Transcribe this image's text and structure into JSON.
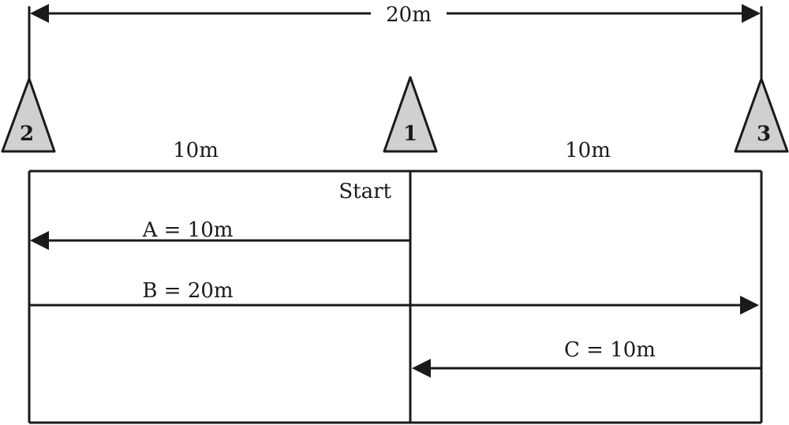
{
  "diagram": {
    "total_width_label": "20m",
    "left_segment_label": "10m",
    "right_segment_label": "10m",
    "start_label": "Start",
    "cones": [
      {
        "number": "2"
      },
      {
        "number": "1"
      },
      {
        "number": "3"
      }
    ],
    "runs": [
      {
        "label": "A = 10m",
        "direction": "left"
      },
      {
        "label": "B = 20m",
        "direction": "right"
      },
      {
        "label": "C = 10m",
        "direction": "left"
      }
    ],
    "colors": {
      "line": "#1a1a1a",
      "cone_fill": "#d0d0d0",
      "background": "#ffffff"
    }
  }
}
